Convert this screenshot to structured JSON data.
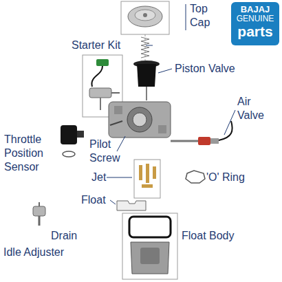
{
  "diagram": {
    "nodes": [
      {
        "text": [
          "BAJAJ",
          "GENUINE",
          "parts"
        ]
      }
    ],
    "labels": [
      "Top Cap",
      "Starter Kit",
      "Piston Valve",
      "Air Valve",
      "Throttle Position Sensor",
      "Pilot Screw",
      "Jet",
      "'O' Ring",
      "Float",
      "Float Body",
      "Drain",
      "Idle Adjuster"
    ]
  }
}
